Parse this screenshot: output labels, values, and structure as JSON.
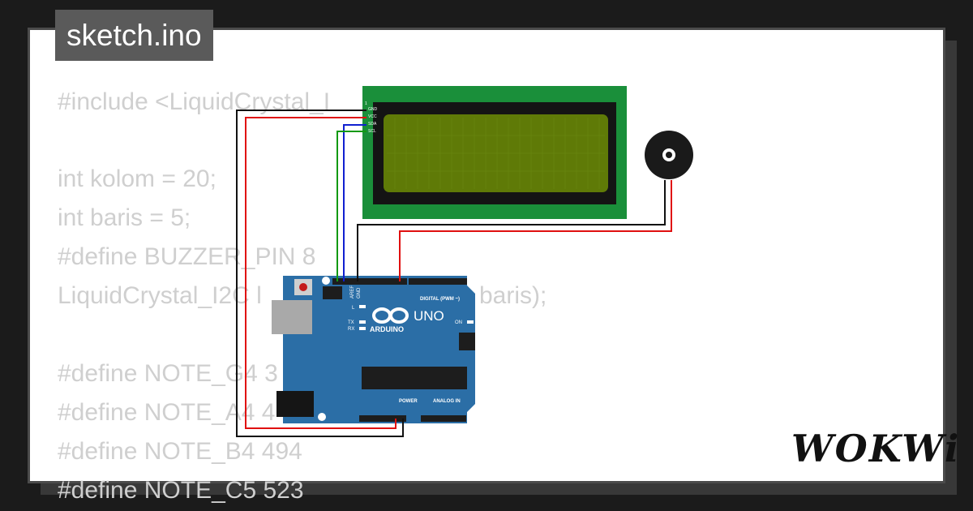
{
  "title": "sketch.ino",
  "code_lines": [
    "#include <LiquidCrystal_I",
    "",
    "int kolom = 20;",
    "int baris = 5;",
    "#define BUZZER_PIN 8",
    "LiquidCrystal_I2C l",
    "",
    "#define NOTE_G4 3",
    "#define NOTE_A4 4",
    "#define NOTE_B4 494",
    "#define NOTE_C5 523"
  ],
  "code_fragment_right": "baris);",
  "lcd_pins": [
    "GND",
    "VCC",
    "SDA",
    "SCL"
  ],
  "lcd_pin_top": "1",
  "arduino": {
    "uno_label": "UNO",
    "brand_label": "ARDUINO",
    "digital_label": "DIGITAL (PWM ~)",
    "power_label": "POWER",
    "analog_label": "ANALOG IN",
    "on_label": "ON",
    "l_label": "L",
    "tx_label": "TX",
    "rx_label": "RX",
    "aref_label": "AREF",
    "gnd_label": "GND"
  },
  "brand": "WOKWi",
  "colors": {
    "board": "#2b6ea6",
    "lcd_frame": "#1a8f3a",
    "lcd_screen": "#5f7a07",
    "wire_red": "#e01010",
    "wire_black": "#111111",
    "wire_blue": "#1020d0",
    "wire_green": "#119911"
  }
}
